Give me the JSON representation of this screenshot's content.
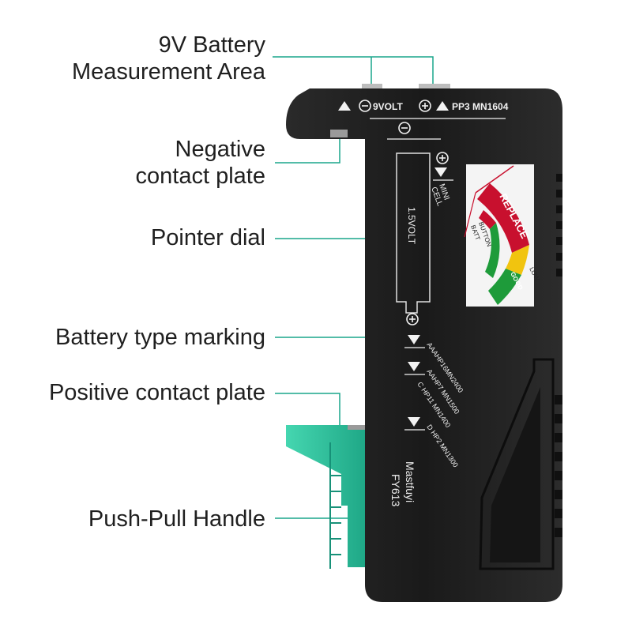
{
  "callouts": {
    "measurement_area": {
      "line1": "9V Battery",
      "line2": "Measurement Area"
    },
    "negative_plate": {
      "line1": "Negative",
      "line2": "contact plate"
    },
    "pointer_dial": "Pointer dial",
    "type_marking": "Battery type marking",
    "positive_plate": "Positive contact plate",
    "handle": "Push-Pull Handle"
  },
  "device": {
    "top_neg": "9VOLT",
    "top_pos": "PP3 MN1604",
    "slot_label": "1.5VOLT",
    "mini_cell": {
      "line1": "MINI",
      "line2": "CELL"
    },
    "dial": {
      "replace": "REPLACE",
      "good": "GOOD",
      "low": "LOW",
      "button": {
        "line1": "BUTTON",
        "line2": "BATT"
      }
    },
    "types": [
      "AAAHP16MN2400",
      "AAHP7 MN1500",
      "C HP11 MN1400",
      "D HP2 MN1300"
    ],
    "brand": "Mastfuyi",
    "model": "FY613"
  },
  "colors": {
    "accent": "#1aa58c",
    "body": "#1b1b1b",
    "handle": "#2cc49e",
    "replace": "#c8102e",
    "good": "#1e9b3a",
    "low": "#f1c40f"
  }
}
